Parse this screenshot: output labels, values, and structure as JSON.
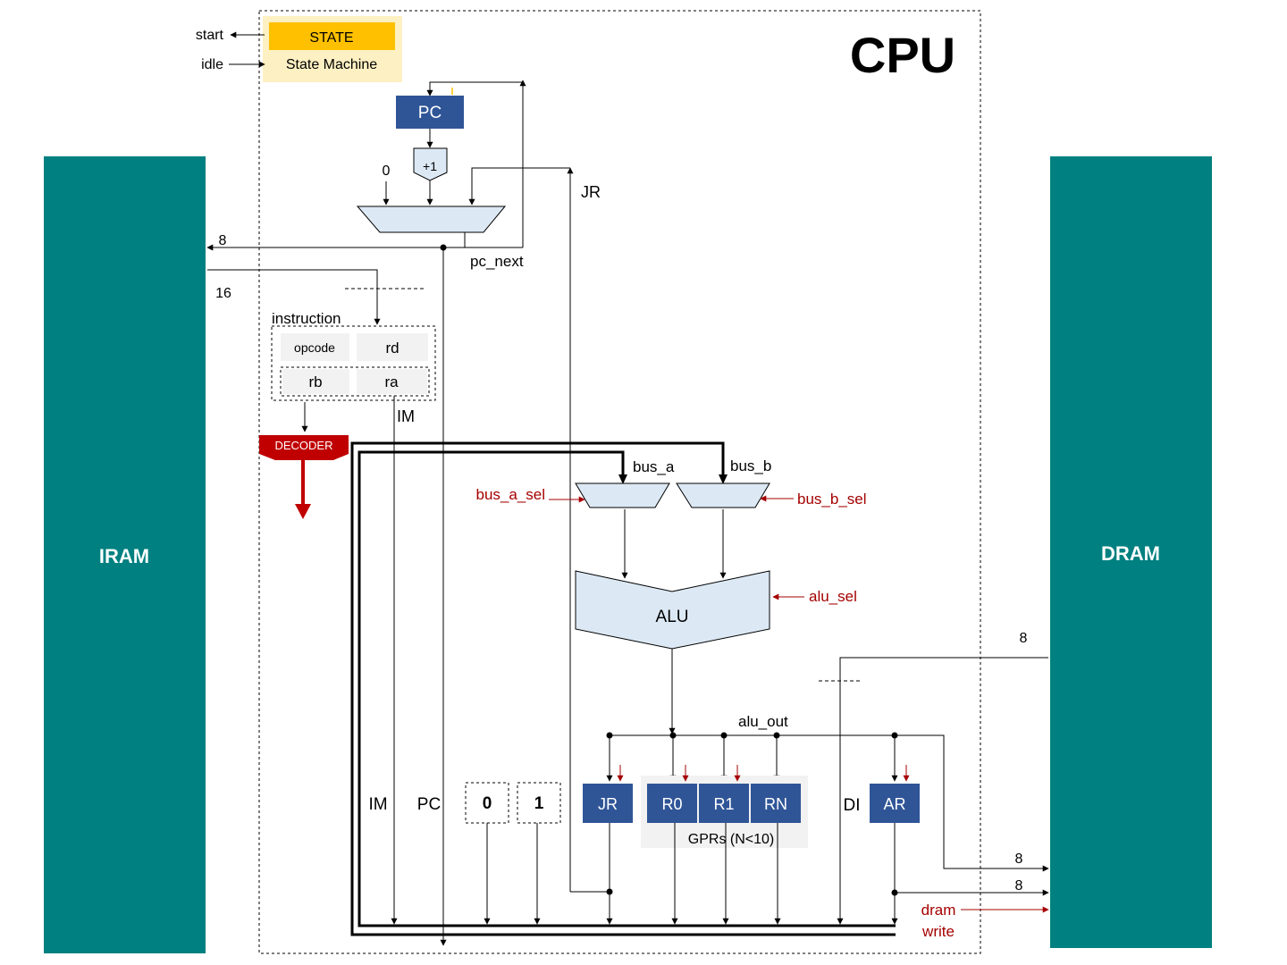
{
  "cpu_title": "CPU",
  "iram_label": "IRAM",
  "dram_label": "DRAM",
  "state_machine": {
    "state_label": "STATE",
    "name": "State Machine",
    "start_label": "start",
    "idle_label": "idle"
  },
  "pc_label": "PC",
  "incrementer_label": "+1",
  "mux_zero_input": "0",
  "jr_wire_label": "JR",
  "pc_next_label": "pc_next",
  "iram_addr_width": "8",
  "iram_data_width": "16",
  "instruction": {
    "title": "instruction",
    "fields": {
      "opcode": "opcode",
      "rd": "rd",
      "rb": "rb",
      "ra": "ra"
    },
    "im_label": "IM"
  },
  "decoder_label": "DECODER",
  "bus_a_label": "bus_a",
  "bus_b_label": "bus_b",
  "bus_a_sel_label": "bus_a_sel",
  "bus_b_sel_label": "bus_b_sel",
  "alu_label": "ALU",
  "alu_sel_label": "alu_sel",
  "alu_out_label": "alu_out",
  "bus_sources": {
    "im": "IM",
    "pc": "PC",
    "const0": "0",
    "const1": "1",
    "di": "DI"
  },
  "registers": {
    "jr": "JR",
    "r0": "R0",
    "r1": "R1",
    "rn": "RN",
    "ar": "AR"
  },
  "gprs_label": "GPRs (N<10)",
  "dram_widths": {
    "di": "8",
    "data_out": "8",
    "addr": "8"
  },
  "dram_write_label": {
    "line1": "dram",
    "line2": "write"
  },
  "colors": {
    "ram": "#008080",
    "block": "#2f5597",
    "mux": "#dce9f5",
    "control": "#a50000",
    "decoder": "#c00000",
    "state": "#ffc000",
    "state_bg": "#fdf0c2"
  }
}
